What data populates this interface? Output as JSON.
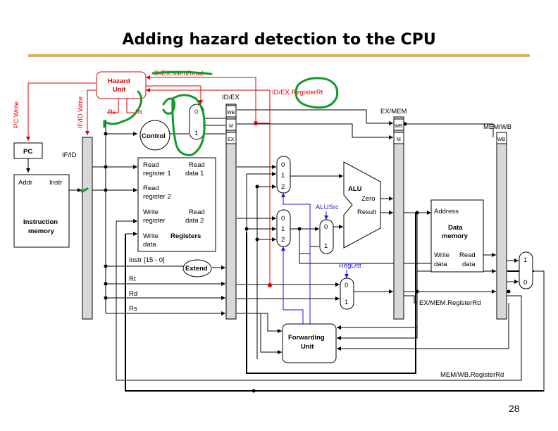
{
  "title": "Adding hazard detection to the CPU",
  "page_number": "28",
  "colors": {
    "accent_rule": "#f2a93b",
    "hazard": "#e00000",
    "annotation_green": "#129a2a",
    "control_blue": "#1a1ad8",
    "wire": "#000000"
  },
  "hazard_unit": {
    "title_line1": "Hazard",
    "title_line2": "Unit",
    "idex_memread": "ID/EX.MemRead",
    "idex_registerrt": "ID/EX.RegisterRt",
    "rs": "Rs",
    "rt": "Rt",
    "pc_write": "PC Write",
    "ifid_write": "IF/ID Write"
  },
  "stages": {
    "pc": "PC",
    "ifid": "IF/ID",
    "idex": "ID/EX",
    "exmem": "EX/MEM",
    "memwb": "MEM/WB"
  },
  "control": {
    "label": "Control",
    "mux_0": "0",
    "mux_1": "1",
    "wb": "WB",
    "m": "M",
    "ex": "EX"
  },
  "instr_mem": {
    "addr": "Addr",
    "instr": "Instr",
    "label_line1": "Instruction",
    "label_line2": "memory"
  },
  "registers": {
    "read_reg1_a": "Read",
    "read_reg1_b": "register 1",
    "read_data1_a": "Read",
    "read_data1_b": "data 1",
    "read_reg2_a": "Read",
    "read_reg2_b": "register 2",
    "write_reg_a": "Write",
    "write_reg_b": "register",
    "read_data2_a": "Read",
    "read_data2_b": "data 2",
    "write_data_a": "Write",
    "write_data_b": "data",
    "label": "Registers"
  },
  "fields": {
    "instr_15_0": "Instr [15 - 0]",
    "extend": "Extend",
    "rt": "Rt",
    "rd": "Rd",
    "rs": "Rs"
  },
  "alu": {
    "label": "ALU",
    "zero": "Zero",
    "result": "Result",
    "alusrc": "ALUSrc"
  },
  "muxes": {
    "fwd_a": [
      "0",
      "1",
      "2"
    ],
    "fwd_b": [
      "0",
      "1",
      "2"
    ],
    "alusrc": [
      "0",
      "1"
    ],
    "regdst": [
      "0",
      "1"
    ],
    "wb": [
      "1",
      "0"
    ],
    "regdst_label": "RegDst"
  },
  "data_mem": {
    "address": "Address",
    "label_line1": "Data",
    "label_line2": "memory",
    "write_a": "Write",
    "write_b": "data",
    "read_a": "Read",
    "read_b": "data"
  },
  "forwarding": {
    "label_line1": "Forwarding",
    "label_line2": "Unit"
  },
  "labels": {
    "exmem_registerrd": "EX/MEM.RegisterRd",
    "memwb_registerrd": "MEM/WB.RegisterRd"
  }
}
